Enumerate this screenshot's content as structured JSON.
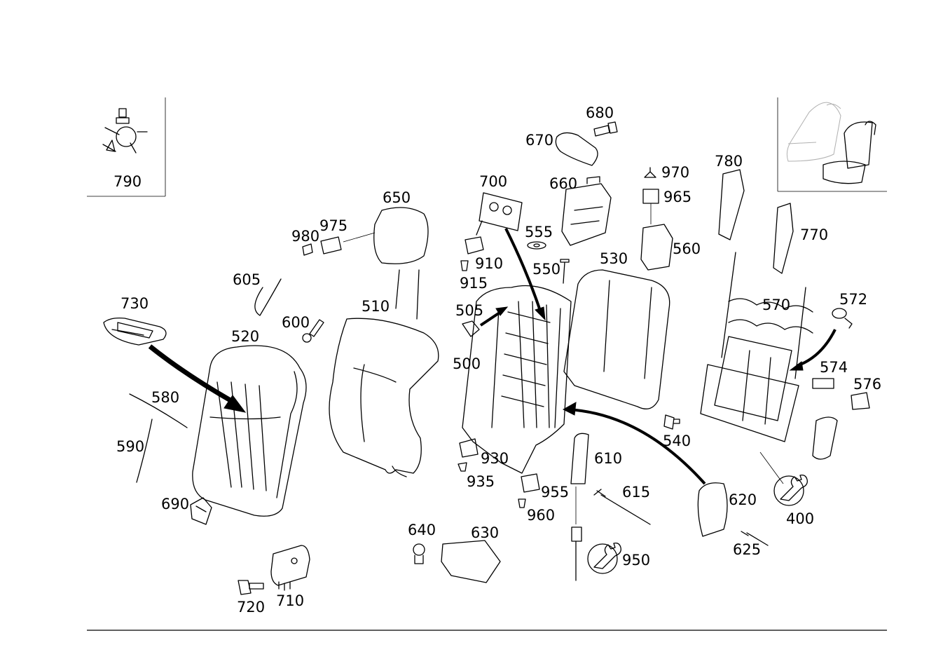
{
  "parts": {
    "p400": "400",
    "p500": "500",
    "p505": "505",
    "p510": "510",
    "p520": "520",
    "p530": "530",
    "p540": "540",
    "p550": "550",
    "p555": "555",
    "p560": "560",
    "p570": "570",
    "p572": "572",
    "p574": "574",
    "p576": "576",
    "p580": "580",
    "p590": "590",
    "p600": "600",
    "p605": "605",
    "p610": "610",
    "p615": "615",
    "p620": "620",
    "p625": "625",
    "p630": "630",
    "p640": "640",
    "p650": "650",
    "p660": "660",
    "p670": "670",
    "p680": "680",
    "p690": "690",
    "p700": "700",
    "p710": "710",
    "p720": "720",
    "p730": "730",
    "p770": "770",
    "p780": "780",
    "p790": "790",
    "p910": "910",
    "p915": "915",
    "p930": "930",
    "p935": "935",
    "p950": "950",
    "p955": "955",
    "p960": "960",
    "p965": "965",
    "p970": "970",
    "p975": "975",
    "p980": "980"
  }
}
